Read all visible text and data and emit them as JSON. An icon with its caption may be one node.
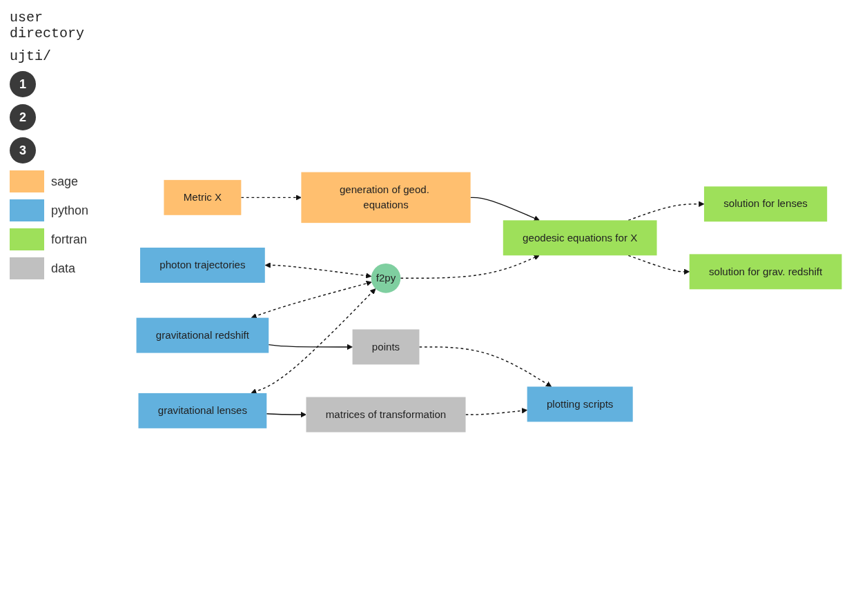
{
  "diagram": {
    "nodes": [
      {
        "text": [
          "Metric X"
        ]
      },
      {
        "text": [
          "generation of geod. equations"
        ]
      },
      {
        "text": [
          "geodesic equations for X"
        ]
      },
      {
        "text": [
          "gravitational redshift"
        ]
      },
      {
        "text": [
          "photon trajectories"
        ]
      },
      {
        "text": [
          "gravitational lenses"
        ]
      },
      {
        "text": [
          "f2py"
        ]
      },
      {
        "text": [
          "solution for lenses"
        ]
      },
      {
        "text": [
          "solution for grav. redshift"
        ]
      },
      {
        "text": [
          "matrices of transformation"
        ]
      },
      {
        "text": [
          "points"
        ]
      },
      {
        "text": [
          "plotting scripts"
        ]
      }
    ],
    "edges": [
      {
        "from": 0,
        "to": 1,
        "arrow": "to",
        "style": "dashed"
      },
      {
        "from": 1,
        "to": 2,
        "arrow": "to"
      },
      {
        "from": 3,
        "to": 6,
        "arrow": "both",
        "style": "dashed"
      },
      {
        "from": 4,
        "to": 6,
        "arrow": "both",
        "style": "dashed"
      },
      {
        "from": 5,
        "to": 6,
        "arrow": "both",
        "style": "dashed"
      },
      {
        "from": 6,
        "to": 2,
        "arrow": "to",
        "style": "dashed"
      },
      {
        "from": 2,
        "to": 7,
        "arrow": "to",
        "style": "dashed"
      },
      {
        "from": 2,
        "to": 8,
        "arrow": "to",
        "style": "dashed"
      },
      {
        "from": 3,
        "to": 10,
        "arrow": "to"
      },
      {
        "from": 5,
        "to": 9,
        "arrow": "to"
      },
      {
        "from": 9,
        "to": 11,
        "arrow": "to",
        "style": "dashed"
      },
      {
        "from": 10,
        "to": 11,
        "arrow": "to",
        "style": "dashed"
      }
    ],
    "labels": [
      "user directory",
      "ujti/",
      "1",
      "2",
      "3"
    ],
    "legend": [
      {
        "text": "sage",
        "color": "#ffbf6f"
      },
      {
        "text": "python",
        "color": "#62b1de"
      },
      {
        "text": "fortran",
        "color": "#9ee05a"
      },
      {
        "text": "data",
        "color": "#c0c0c0"
      }
    ]
  }
}
